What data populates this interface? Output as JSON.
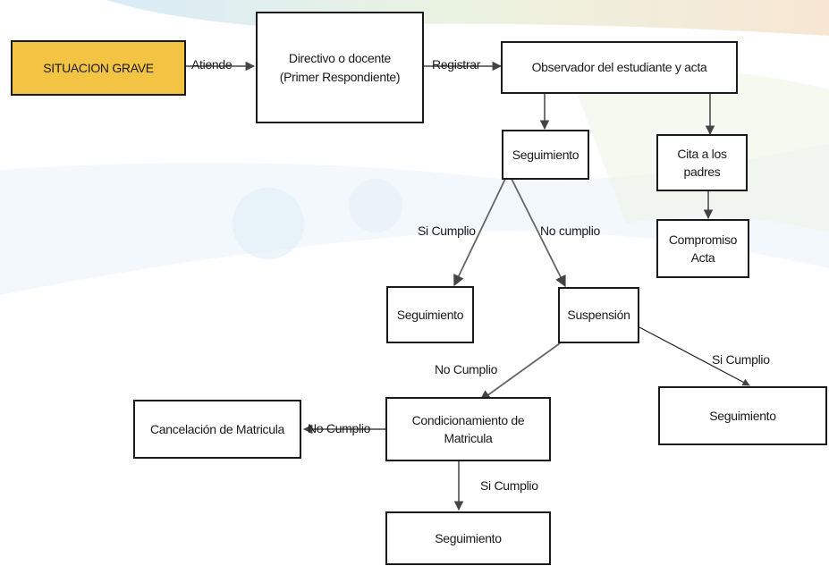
{
  "nodes": {
    "situacion_grave": "SITUACION GRAVE",
    "directivo": "Directivo o docente\n(Primer Respondiente)",
    "observador": "Observador del estudiante y acta",
    "seguimiento_top": "Seguimiento",
    "cita_padres": "Cita a los\npadres",
    "compromiso": "Compromiso\nActa",
    "seguimiento_left": "Seguimiento",
    "suspension": "Suspensión",
    "cancelacion": "Cancelación de Matricula",
    "condicionamiento": "Condicionamiento de\nMatricula",
    "seguimiento_right": "Seguimiento",
    "seguimiento_bottom": "Seguimiento"
  },
  "edge_labels": {
    "atiende": "Atiende",
    "registrar": "Registrar",
    "si_cumplio_1": "Si Cumplio",
    "no_cumplio_1": "No cumplio",
    "no_cumplio_2": "No Cumplio",
    "si_cumplio_2": "Si Cumplio",
    "no_cumplio_3": "No Cumplio",
    "si_cumplio_3": "Si Cumplio"
  },
  "colors": {
    "start_fill": "#f3c443",
    "box_border": "#1a1a1a",
    "arrow": "#444444"
  }
}
